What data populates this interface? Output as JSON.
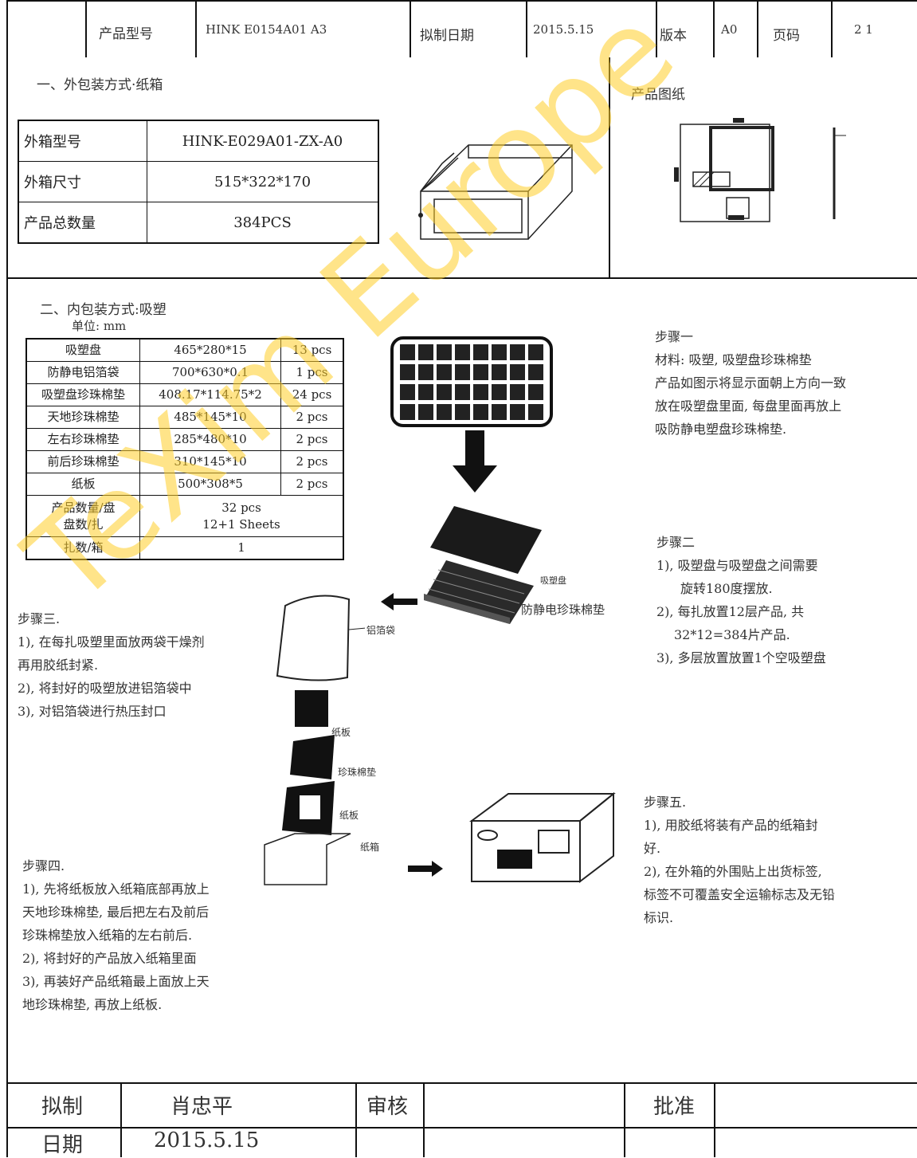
{
  "header": {
    "model_label": "产品型号",
    "model_value": "HINK E0154A01 A3",
    "date_label": "拟制日期",
    "date_value": "2015.5.15",
    "version_label": "版本",
    "version_value": "A0",
    "page_label": "页码",
    "page_value": "2 1"
  },
  "outer": {
    "title": "一、外包装方式·纸箱",
    "rows": [
      {
        "label": "外箱型号",
        "value": "HINK-E029A01-ZX-A0"
      },
      {
        "label": "外箱尺寸",
        "value": "515*322*170"
      },
      {
        "label": "产品总数量",
        "value": "384PCS"
      }
    ],
    "drawing_title": "产品图纸"
  },
  "inner": {
    "title": "二、内包装方式:吸塑",
    "unit": "单位: mm",
    "rows": [
      {
        "name": "吸塑盘",
        "size": "465*280*15",
        "qty": "13 pcs"
      },
      {
        "name": "防静电铝箔袋",
        "size": "700*630*0.1",
        "qty": "1 pcs"
      },
      {
        "name": "吸塑盘珍珠棉垫",
        "size": "408.17*114.75*2",
        "qty": "24 pcs"
      },
      {
        "name": "天地珍珠棉垫",
        "size": "485*145*10",
        "qty": "2 pcs"
      },
      {
        "name": "左右珍珠棉垫",
        "size": "285*480*10",
        "qty": "2 pcs"
      },
      {
        "name": "前后珍珠棉垫",
        "size": "310*145*10",
        "qty": "2 pcs"
      },
      {
        "name": "纸板",
        "size": "500*308*5",
        "qty": "2 pcs"
      }
    ],
    "per_tray_label": "产品数量/盘",
    "per_bundle_label": "盘数/扎",
    "per_tray_value": "32 pcs",
    "per_bundle_value": "12+1 Sheets",
    "bundle_box_label": "扎数/箱",
    "bundle_box_value": "1"
  },
  "labels": {
    "tray": "吸塑盘",
    "foam_pad": "防静电珍珠棉垫",
    "foil_bag": "铝箔袋",
    "cardboard": "纸板",
    "pearl_pad": "珍珠棉垫",
    "board": "纸板",
    "carton": "纸箱"
  },
  "steps": {
    "s1": {
      "title": "步骤一",
      "lines": [
        "材料: 吸塑, 吸塑盘珍珠棉垫",
        "产品如图示将显示面朝上方向一致",
        "放在吸塑盘里面, 每盘里面再放上",
        "吸防静电塑盘珍珠棉垫."
      ]
    },
    "s2": {
      "title": "步骤二",
      "lines": [
        "1), 吸塑盘与吸塑盘之间需要",
        "旋转180度摆放.",
        "2), 每扎放置12层产品, 共",
        "32*12=384片产品.",
        "3), 多层放置放置1个空吸塑盘"
      ]
    },
    "s3": {
      "title": "步骤三.",
      "lines": [
        "1), 在每扎吸塑里面放两袋干燥剂",
        "再用胶纸封紧.",
        "2), 将封好的吸塑放进铝箔袋中",
        "3), 对铝箔袋进行热压封口"
      ]
    },
    "s4": {
      "title": "步骤四.",
      "lines": [
        "1), 先将纸板放入纸箱底部再放上",
        "天地珍珠棉垫, 最后把左右及前后",
        "珍珠棉垫放入纸箱的左右前后.",
        "2), 将封好的产品放入纸箱里面",
        "3), 再装好产品纸箱最上面放上天",
        "地珍珠棉垫, 再放上纸板."
      ]
    },
    "s5": {
      "title": "步骤五.",
      "lines": [
        "1), 用胶纸将装有产品的纸箱封",
        "好.",
        "2), 在外箱的外围贴上出货标签,",
        "标签不可覆盖安全运输标志及无铅",
        "标识."
      ]
    }
  },
  "footer": {
    "drafter_label": "拟制",
    "drafter_value": "肖忠平",
    "review_label": "审核",
    "approve_label": "批准",
    "date_label": "日期",
    "date_value": "2015.5.15"
  },
  "watermark": "TeXim Europe"
}
